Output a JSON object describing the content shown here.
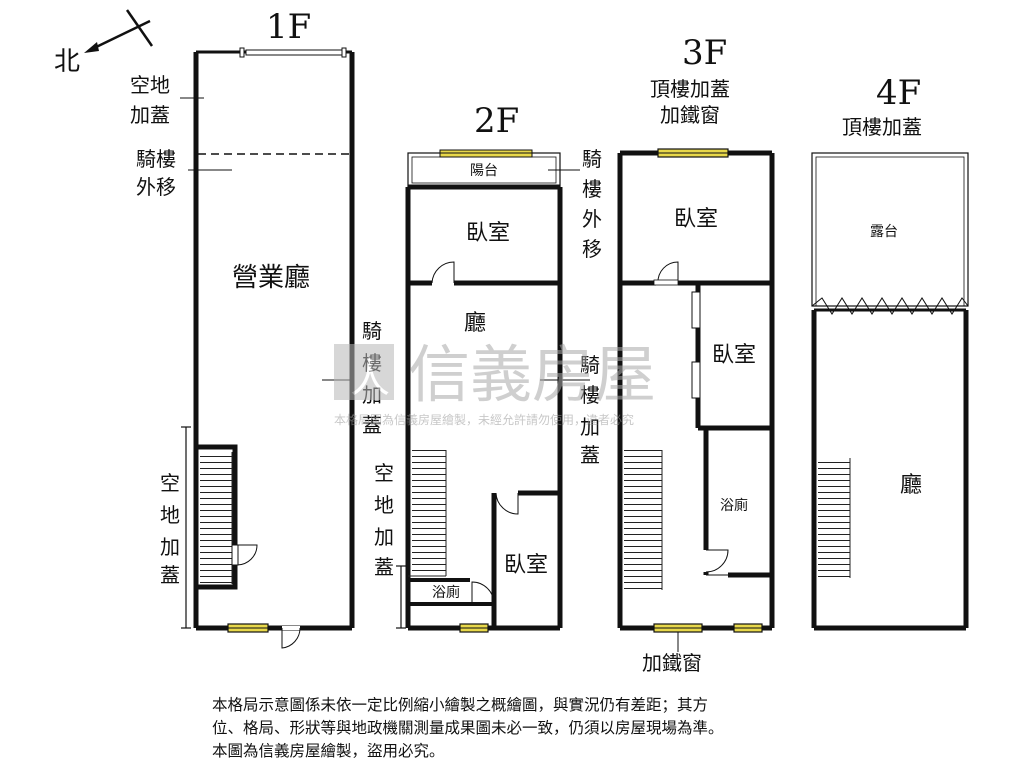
{
  "north_label": "北",
  "floors": {
    "f1": {
      "title": "1F",
      "rooms": {
        "hall": "營業廳"
      },
      "notes": {
        "vacant_top": [
          "空地",
          "加蓋"
        ],
        "arcade_moved": [
          "騎樓",
          "外移"
        ],
        "arcade_added": [
          "騎",
          "樓",
          "加",
          "蓋"
        ],
        "vacant_side": [
          "空",
          "地",
          "加",
          "蓋"
        ]
      }
    },
    "f2": {
      "title": "2F",
      "rooms": {
        "balcony": "陽台",
        "bedroom1": "臥室",
        "hall": "廳",
        "bedroom2": "臥室",
        "bath": "浴廁"
      },
      "notes": {
        "arcade_moved": [
          "騎",
          "樓",
          "外",
          "移"
        ],
        "vacant_side": [
          "空",
          "地",
          "加",
          "蓋"
        ],
        "arcade_added": [
          "騎",
          "樓",
          "加",
          "蓋"
        ]
      }
    },
    "f3": {
      "title": "3F",
      "rooms": {
        "bedroom1": "臥室",
        "bedroom2": "臥室",
        "bath": "浴廁"
      },
      "notes": {
        "rooftop": [
          "頂樓加蓋",
          "加鐵窗"
        ],
        "iron_window": "加鐵窗"
      }
    },
    "f4": {
      "title": "4F",
      "rooms": {
        "terrace": "露台",
        "hall": "廳"
      },
      "notes": {
        "rooftop": "頂樓加蓋"
      }
    }
  },
  "watermark": {
    "brand": "信義房屋",
    "notice": "本格局圖為信義房屋繪製，未經允許請勿使用，違者必究"
  },
  "disclaimer": [
    "本格局示意圖係未依一定比例縮小繪製之概繪圖，與實況仍有差距；其方",
    "位、格局、形狀等與地政機關測量成果圖未必一致，仍須以房屋現場為準。",
    "本圖為信義房屋繪製，盜用必究。"
  ],
  "colors": {
    "wall": "#111111",
    "window": "#e8d84a",
    "watermark": "#c8c8c8"
  }
}
